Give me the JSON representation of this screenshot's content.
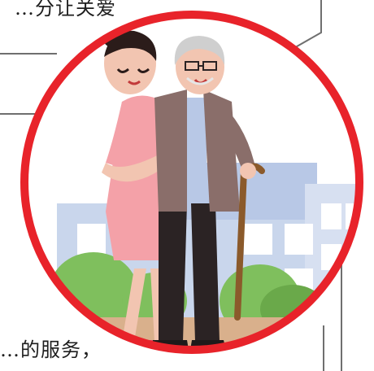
{
  "top_text": "…分让关爱",
  "bottom_text": "…的服务，",
  "colors": {
    "ring": "#e8232a",
    "frame": "#6f6f6f",
    "sky": "#ffffff",
    "building": "#c9d6ec",
    "building_dark": "#9fb3d9",
    "bush": "#7fbf5d",
    "ground": "#d9b08c",
    "caregiver_dress": "#f4a1a8",
    "elder_jacket": "#8a6e6a",
    "elder_pants": "#2b2324",
    "cane": "#8b5a2b"
  },
  "icons": [
    "caregiver-figure",
    "elder-figure",
    "walking-cane-icon"
  ]
}
